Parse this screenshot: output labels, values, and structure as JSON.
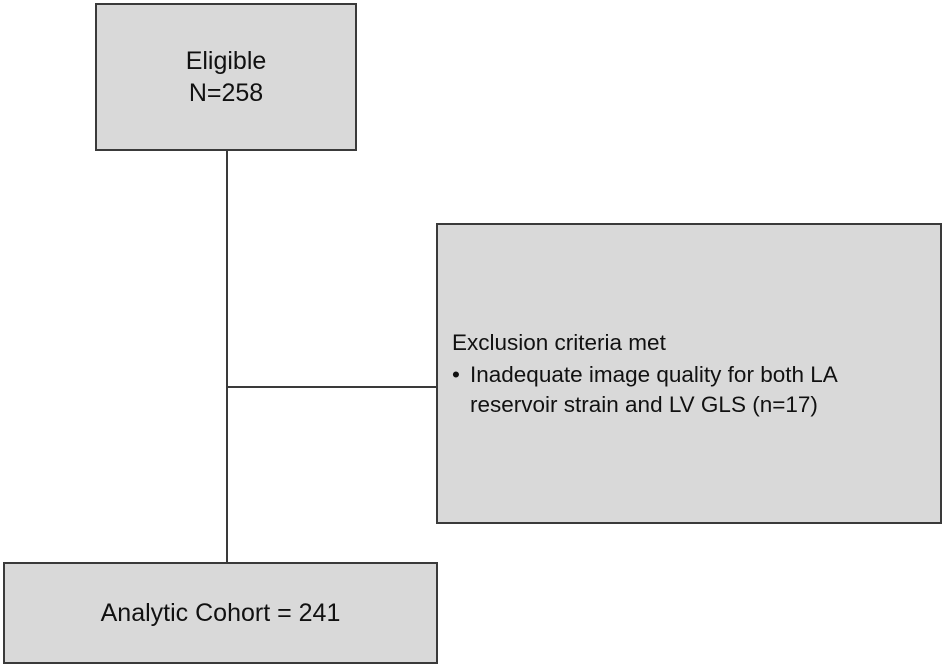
{
  "eligible": {
    "label": "Eligible",
    "count": "N=258"
  },
  "exclusion": {
    "heading": "Exclusion criteria met",
    "bullet_symbol": "•",
    "items": [
      "Inadequate image quality for both LA reservoir strain and LV GLS (n=17)"
    ]
  },
  "cohort": {
    "label": "Analytic Cohort = 241"
  }
}
